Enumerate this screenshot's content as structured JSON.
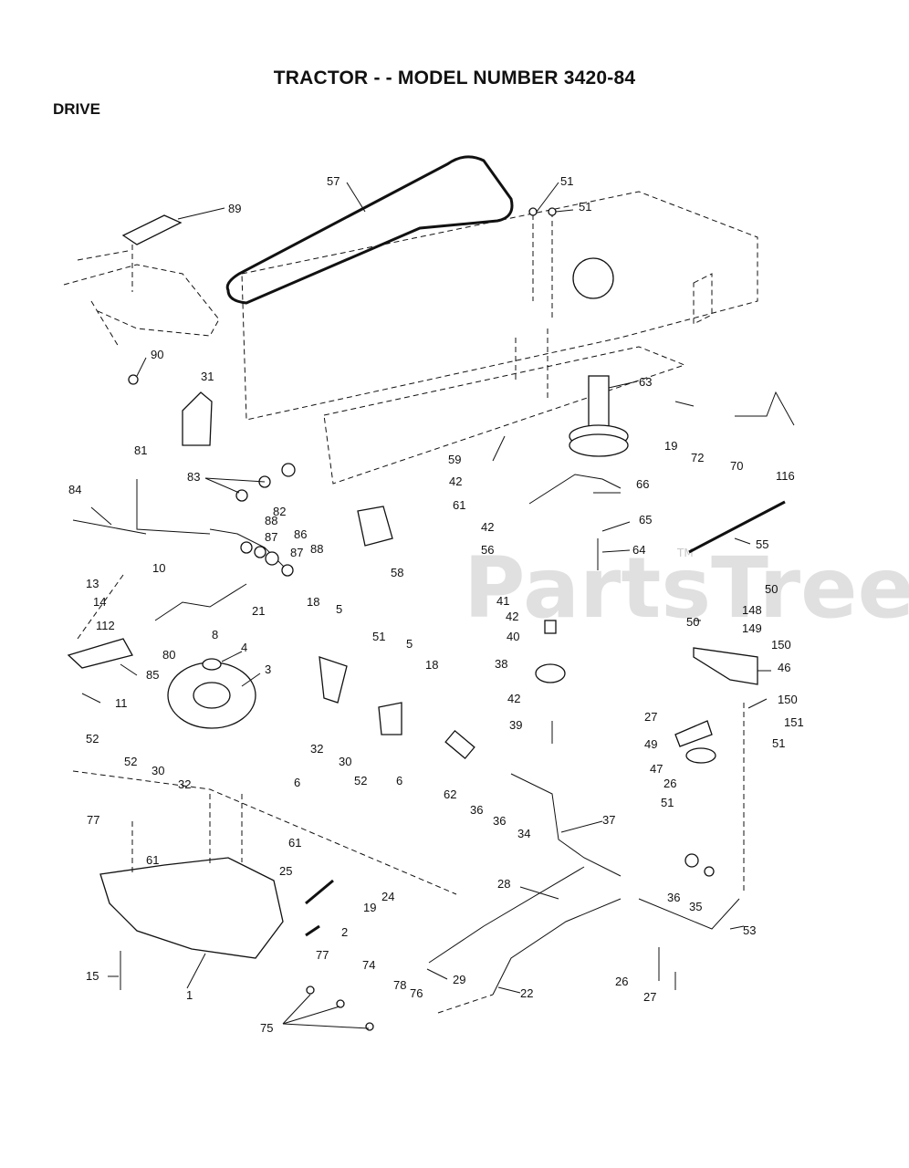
{
  "title": "TRACTOR - - MODEL NUMBER 3420-84",
  "section": "DRIVE",
  "watermark": "PartsTree",
  "watermark_tm": "TM",
  "callouts": [
    "89",
    "57",
    "51",
    "51",
    "90",
    "31",
    "63",
    "19",
    "72",
    "70",
    "116",
    "81",
    "83",
    "82",
    "59",
    "42",
    "61",
    "66",
    "84",
    "88",
    "87",
    "86",
    "87",
    "88",
    "42",
    "65",
    "56",
    "64",
    "55",
    "58",
    "13",
    "10",
    "14",
    "112",
    "80",
    "85",
    "21",
    "8",
    "18",
    "5",
    "51",
    "5",
    "18",
    "41",
    "42",
    "40",
    "50",
    "148",
    "50",
    "149",
    "150",
    "46",
    "4",
    "3",
    "11",
    "38",
    "42",
    "39",
    "27",
    "150",
    "6",
    "6",
    "151",
    "49",
    "51",
    "47",
    "26",
    "51",
    "52",
    "52",
    "30",
    "32",
    "32",
    "30",
    "52",
    "62",
    "36",
    "36",
    "34",
    "77",
    "61",
    "61",
    "37",
    "25",
    "24",
    "19",
    "28",
    "36",
    "35",
    "2",
    "53",
    "77",
    "74",
    "29",
    "22",
    "26",
    "15",
    "1",
    "78",
    "76",
    "27",
    "75"
  ]
}
